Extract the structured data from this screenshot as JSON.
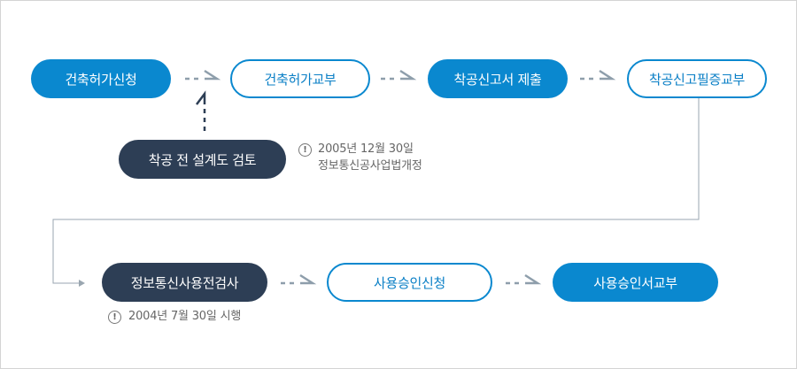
{
  "steps": {
    "application": "건축허가신청",
    "permit_delivery": "건축허가교부",
    "start_report": "착공신고서 제출",
    "start_certificate": "착공신고필증교부",
    "pre_review": "착공 전 설계도 검토",
    "telecom_inspection": "정보통신사용전검사",
    "use_application": "사용승인신청",
    "use_certificate": "사용승인서교부"
  },
  "notes": {
    "review_date": "2005년 12월 30일",
    "review_law": "정보통신공사업법개정",
    "inspection": "2004년 7월 30일 시행"
  },
  "icons": {
    "info": "!"
  },
  "colors": {
    "primary_blue": "#0a88cf",
    "navy": "#2d3e55",
    "arrow_gray": "#8e9eab",
    "connector_gray": "#9aa6b0"
  }
}
